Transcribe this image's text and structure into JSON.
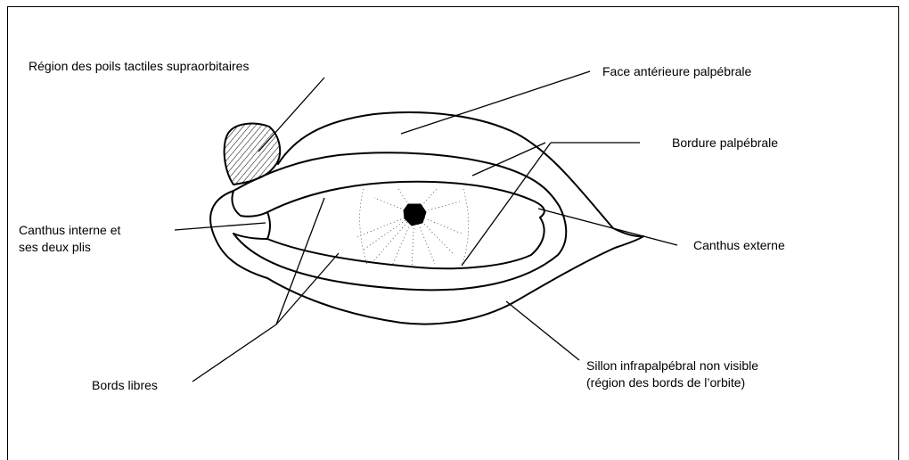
{
  "labels": {
    "supraorbital": "Région des poils tactiles supraorbitaires",
    "anterior_face": "Face antérieure palpébrale",
    "palpebral_border": "Bordure palpébrale",
    "inner_canthus_line1": "Canthus interne et",
    "inner_canthus_line2": "ses deux plis",
    "outer_canthus": "Canthus externe",
    "free_edges": "Bords libres",
    "infrapalpebral_line1": "Sillon infrapalpébral non visible",
    "infrapalpebral_line2": "(région des bords de l’orbite)"
  },
  "colors": {
    "ink": "#000000",
    "background": "#ffffff"
  }
}
